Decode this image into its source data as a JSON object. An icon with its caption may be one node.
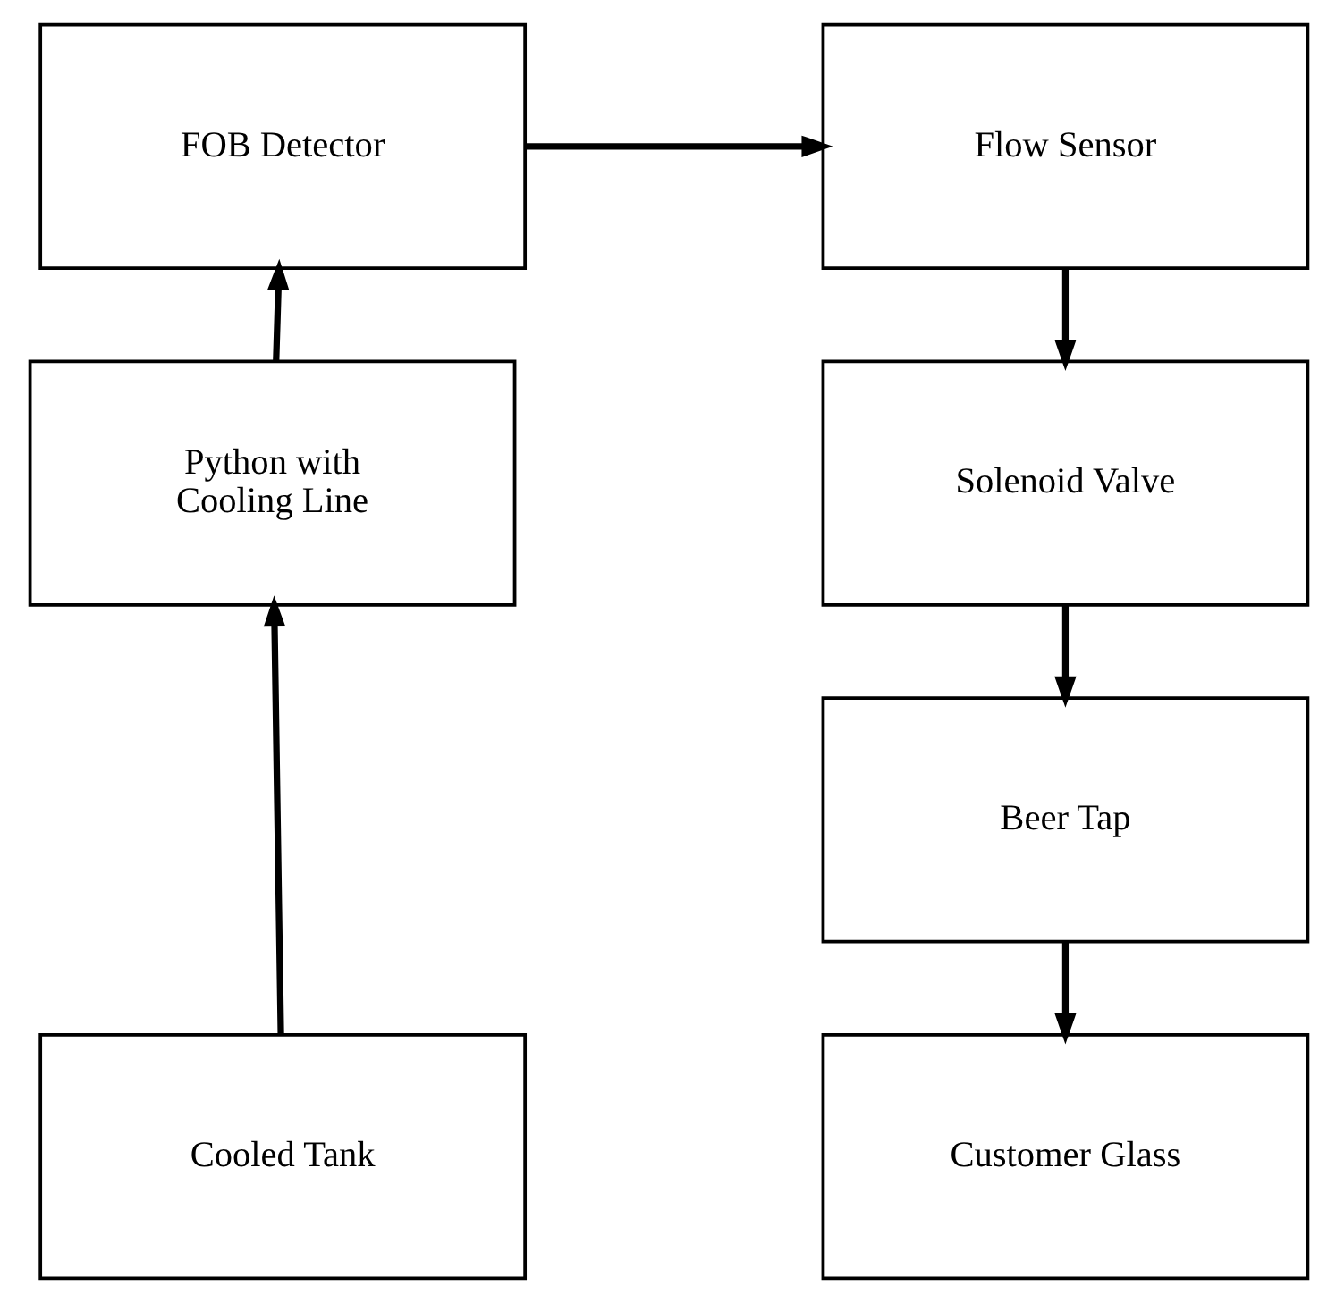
{
  "diagram": {
    "nodes": [
      {
        "text": [
          "FOB Detector"
        ]
      },
      {
        "text": [
          "Flow Sensor"
        ]
      },
      {
        "text": [
          "Python with Cooling Line"
        ]
      },
      {
        "text": [
          "Solenoid Valve"
        ]
      },
      {
        "text": [
          "Beer Tap"
        ]
      },
      {
        "text": [
          "Cooled Tank"
        ]
      },
      {
        "text": [
          "Customer Glass"
        ]
      }
    ],
    "edges": [
      {
        "from": 5,
        "to": 2,
        "arrow": "to"
      },
      {
        "from": 2,
        "to": 0,
        "arrow": "to"
      },
      {
        "from": 0,
        "to": 1,
        "arrow": "to"
      },
      {
        "from": 1,
        "to": 3,
        "arrow": "to"
      },
      {
        "from": 3,
        "to": 4,
        "arrow": "to"
      },
      {
        "from": 4,
        "to": 6,
        "arrow": "to"
      }
    ]
  }
}
